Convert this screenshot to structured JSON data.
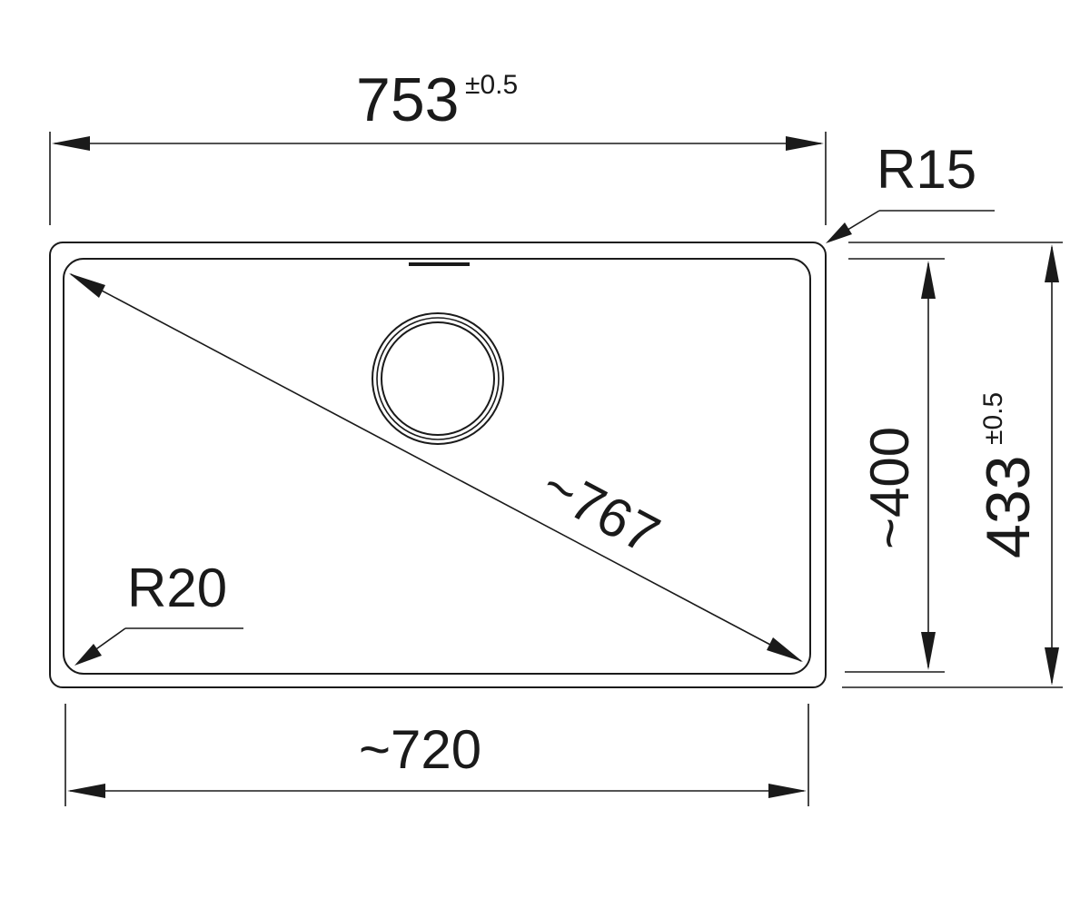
{
  "diagram": {
    "outer_width": {
      "value": "753",
      "tolerance": "±0.5"
    },
    "outer_height": {
      "value": "433",
      "tolerance": "±0.5"
    },
    "outer_radius": "R15",
    "inner_radius": "R20",
    "inner_width": "~720",
    "inner_height": "~400",
    "inner_diagonal": "~767"
  },
  "colors": {
    "line": "#1a1a1a",
    "background": "#ffffff"
  }
}
